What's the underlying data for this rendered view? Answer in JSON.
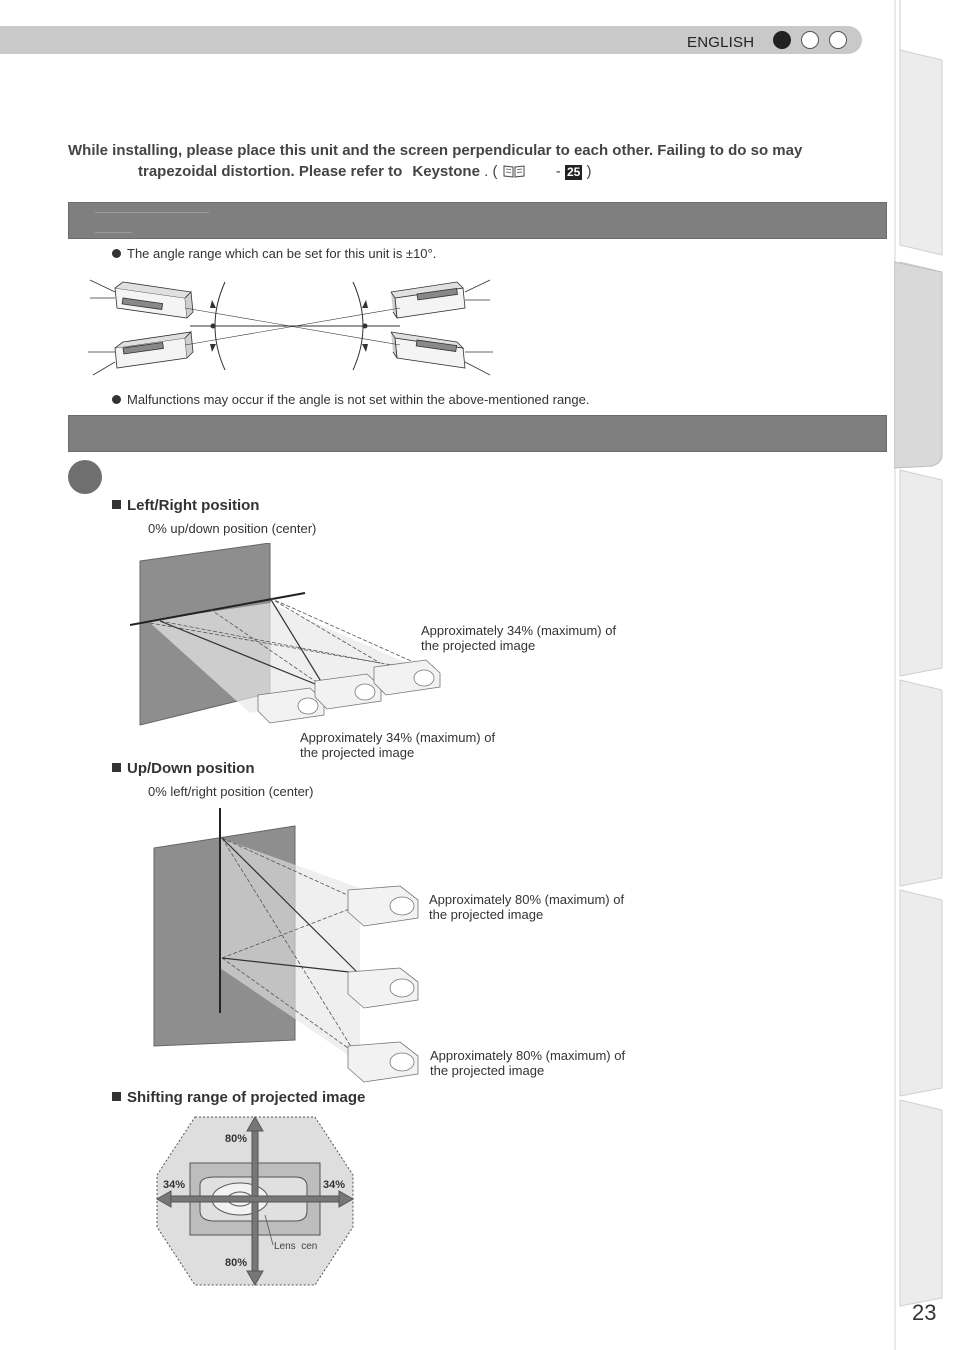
{
  "header": {
    "language": "ENGLISH",
    "dots": [
      "filled",
      "empty",
      "empty"
    ]
  },
  "intro": {
    "line1": "While installing, please place this unit and the screen perpendicular to each other. Failing to do so may",
    "line2_prefix": "trapezoidal distortion. Please refer to",
    "keystone": "Keystone",
    "ref_open": ". (",
    "ref_dash": "-",
    "ref_page": "25",
    "ref_close": ")"
  },
  "tilt": {
    "note1": "The angle range which can be set for this unit is ±10°.",
    "note2": "Malfunctions may occur if the angle is not set within the above-mentioned range."
  },
  "lens_shift": {
    "lr_title": "Left/Right position",
    "lr_sub": "0% up/down position (center)",
    "lr_caption1_a": "Approximately 34% (maximum) of",
    "lr_caption1_b": "the projected image",
    "lr_caption2_a": "Approximately 34% (maximum) of",
    "lr_caption2_b": "the projected image",
    "ud_title": "Up/Down position",
    "ud_sub": "0% left/right position (center)",
    "ud_caption1_a": "Approximately 80% (maximum) of",
    "ud_caption1_b": "the projected image",
    "ud_caption2_a": "Approximately 80% (maximum) of",
    "ud_caption2_b": "the projected image",
    "range_title": "Shifting range of projected image",
    "range_top": "80%",
    "range_bottom": "80%",
    "range_left": "34%",
    "range_right": "34%",
    "range_lens": "Lens  cen"
  },
  "page_number": "23"
}
